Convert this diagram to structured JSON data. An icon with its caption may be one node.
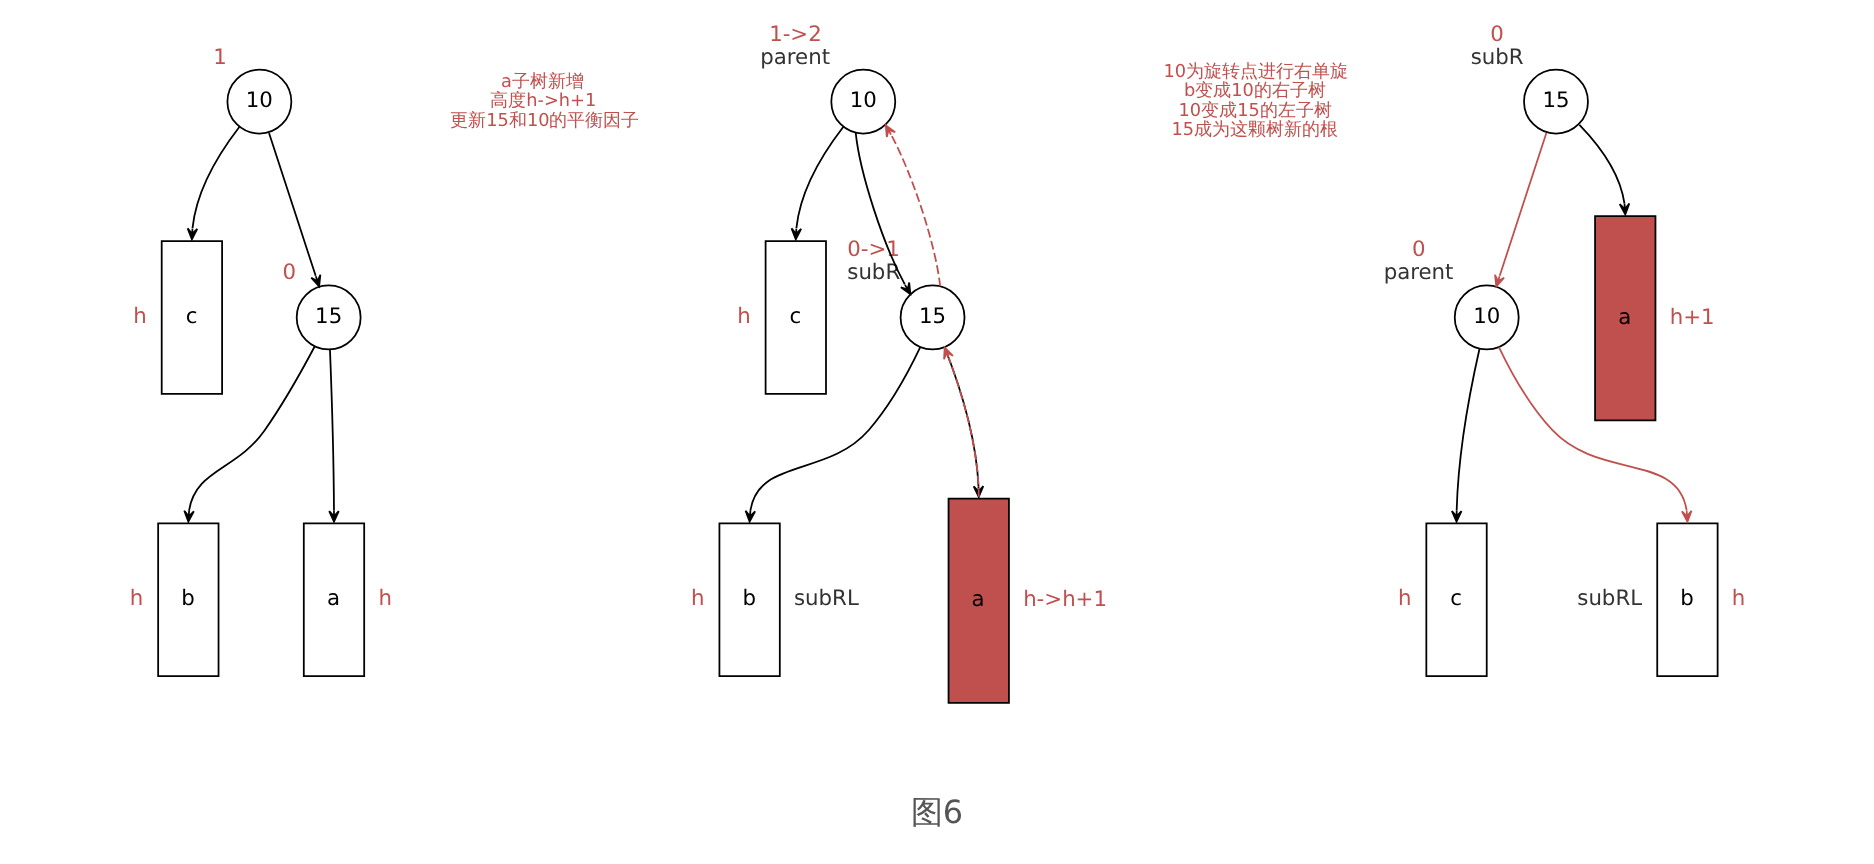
{
  "diagram": {
    "caption": "图6",
    "nodes": [
      {
        "text": [
          "10"
        ],
        "beside": [
          "1"
        ]
      },
      {
        "text": [
          "15"
        ],
        "beside": [
          "0"
        ]
      },
      {
        "text": [
          "c"
        ],
        "beside": [
          "h"
        ]
      },
      {
        "text": [
          "b"
        ],
        "beside": [
          "h"
        ]
      },
      {
        "text": [
          "a"
        ],
        "beside": [
          "h"
        ]
      },
      {
        "text": [
          "10"
        ],
        "beside": [
          "1->2",
          "parent"
        ]
      },
      {
        "text": [
          "15"
        ],
        "beside": [
          "0->1",
          "subR"
        ]
      },
      {
        "text": [
          "c"
        ],
        "beside": [
          "h"
        ]
      },
      {
        "text": [
          "b"
        ],
        "beside": [
          "h",
          "subRL"
        ]
      },
      {
        "text": [
          "a"
        ],
        "beside": [
          "h->h+1"
        ]
      },
      {
        "text": [
          "15"
        ],
        "beside": [
          "0",
          "subR"
        ]
      },
      {
        "text": [
          "10"
        ],
        "beside": [
          "0",
          "parent"
        ]
      },
      {
        "text": [
          "c"
        ],
        "beside": [
          "h"
        ]
      },
      {
        "text": [
          "b"
        ],
        "beside": [
          "subRL",
          "h"
        ]
      },
      {
        "text": [
          "a"
        ],
        "beside": [
          "h+1"
        ]
      }
    ],
    "edges": [
      {
        "from": 0,
        "to": 2,
        "arrow": "to"
      },
      {
        "from": 0,
        "to": 1,
        "arrow": "to"
      },
      {
        "from": 1,
        "to": 3,
        "arrow": "to"
      },
      {
        "from": 1,
        "to": 4,
        "arrow": "to"
      },
      {
        "from": 5,
        "to": 7,
        "arrow": "to"
      },
      {
        "from": 5,
        "to": 6,
        "arrow": "to"
      },
      {
        "from": 6,
        "to": 5,
        "arrow": "to",
        "style": "dashed",
        "color": "#c0504d"
      },
      {
        "from": 6,
        "to": 8,
        "arrow": "to"
      },
      {
        "from": 6,
        "to": 9,
        "arrow": "to"
      },
      {
        "from": 9,
        "to": 6,
        "arrow": "to",
        "style": "dashed",
        "color": "#c0504d"
      },
      {
        "from": 10,
        "to": 11,
        "arrow": "to",
        "color": "#c0504d"
      },
      {
        "from": 10,
        "to": 14,
        "arrow": "to"
      },
      {
        "from": 11,
        "to": 12,
        "arrow": "to"
      },
      {
        "from": 11,
        "to": 13,
        "arrow": "to",
        "color": "#c0504d"
      }
    ],
    "labels": [
      "a子树新增",
      "高度h->h+1",
      "更新15和10的平衡因子",
      "10为旋转点进行右单旋",
      "b变成10的右子树",
      "10变成15的左子树",
      "15成为这颗树新的根"
    ]
  }
}
